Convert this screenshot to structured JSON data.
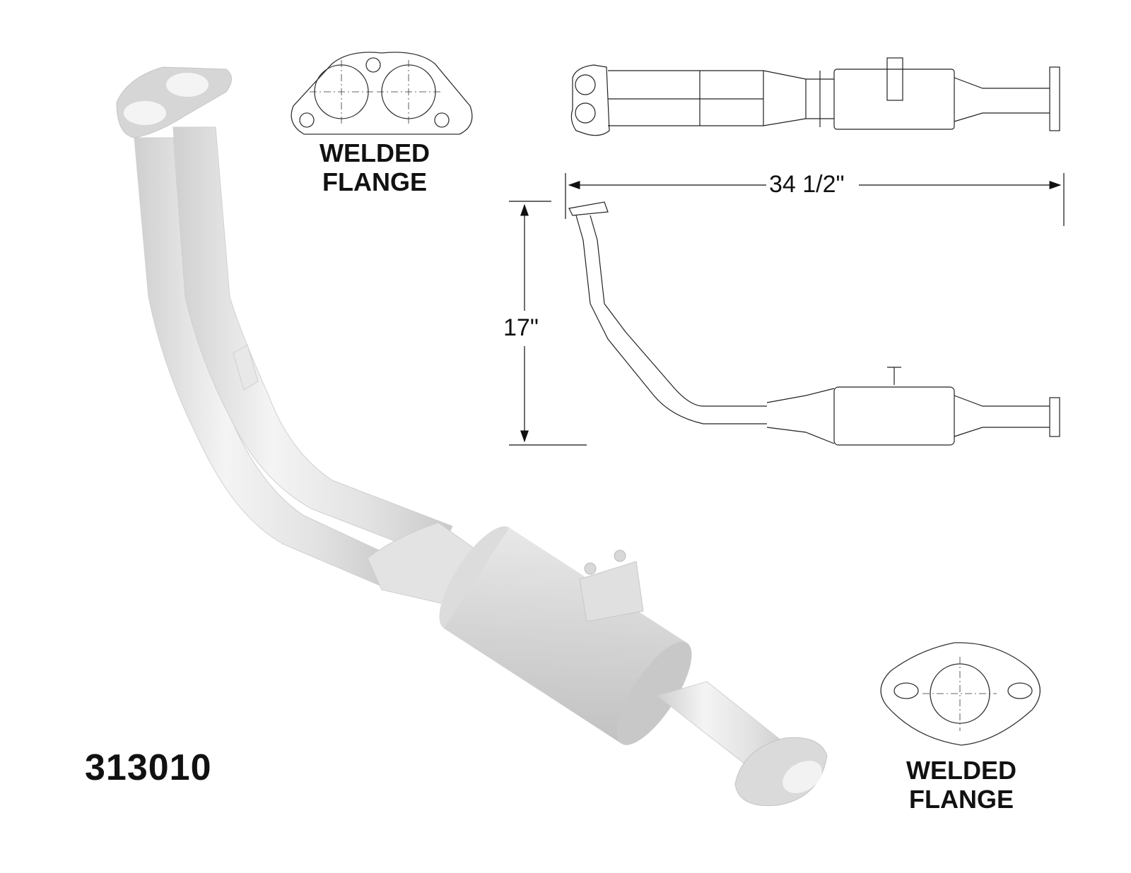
{
  "part_number": "313010",
  "inlet_flange_label": "WELDED\nFLANGE",
  "outlet_flange_label": "WELDED\nFLANGE",
  "dimensions": {
    "length": "34 1/2\"",
    "height": "17\""
  },
  "colors": {
    "pipe_fill": "#e6e6e6",
    "pipe_shade": "#cfcfcf",
    "line": "#111111"
  }
}
